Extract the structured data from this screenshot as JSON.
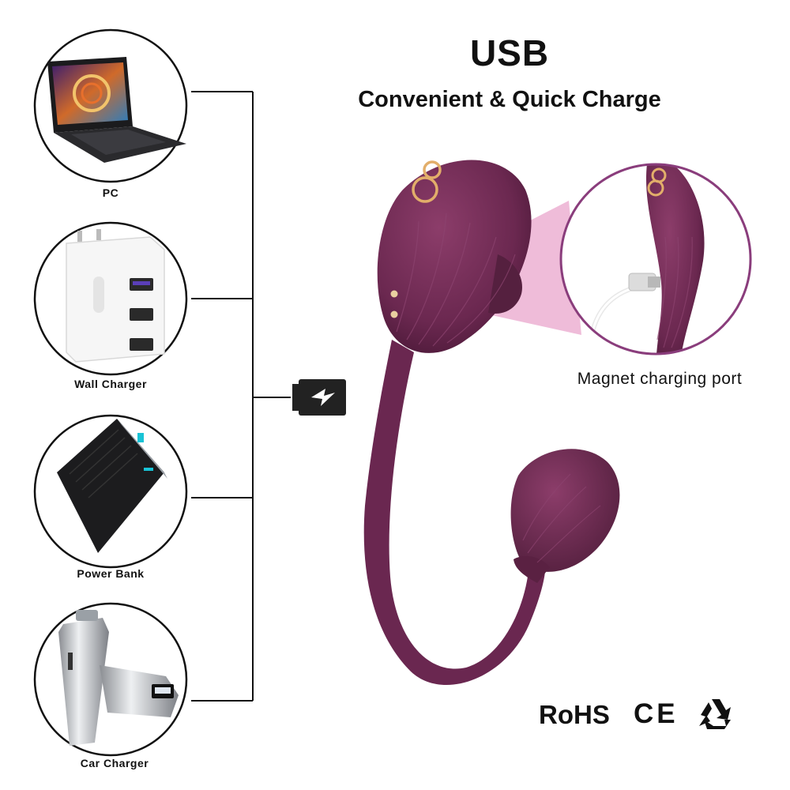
{
  "header": {
    "title": "USB",
    "subtitle": "Convenient & Quick Charge"
  },
  "sources": [
    {
      "label": "PC",
      "icon": "laptop-icon"
    },
    {
      "label": "Wall Charger",
      "icon": "wall-charger-icon"
    },
    {
      "label": "Power Bank",
      "icon": "power-bank-icon"
    },
    {
      "label": "Car Charger",
      "icon": "car-charger-icon"
    }
  ],
  "device": {
    "port_label": "Magnet charging port",
    "color": "#6e2a52"
  },
  "certifications": {
    "rohs": "RoHS",
    "ce": "CE",
    "recycle_icon": "recycle-icon"
  },
  "colors": {
    "accent_purple": "#8a3d7c",
    "device_purple": "#6e2a52",
    "highlight_pink": "#e9a6cc",
    "text": "#111111"
  }
}
